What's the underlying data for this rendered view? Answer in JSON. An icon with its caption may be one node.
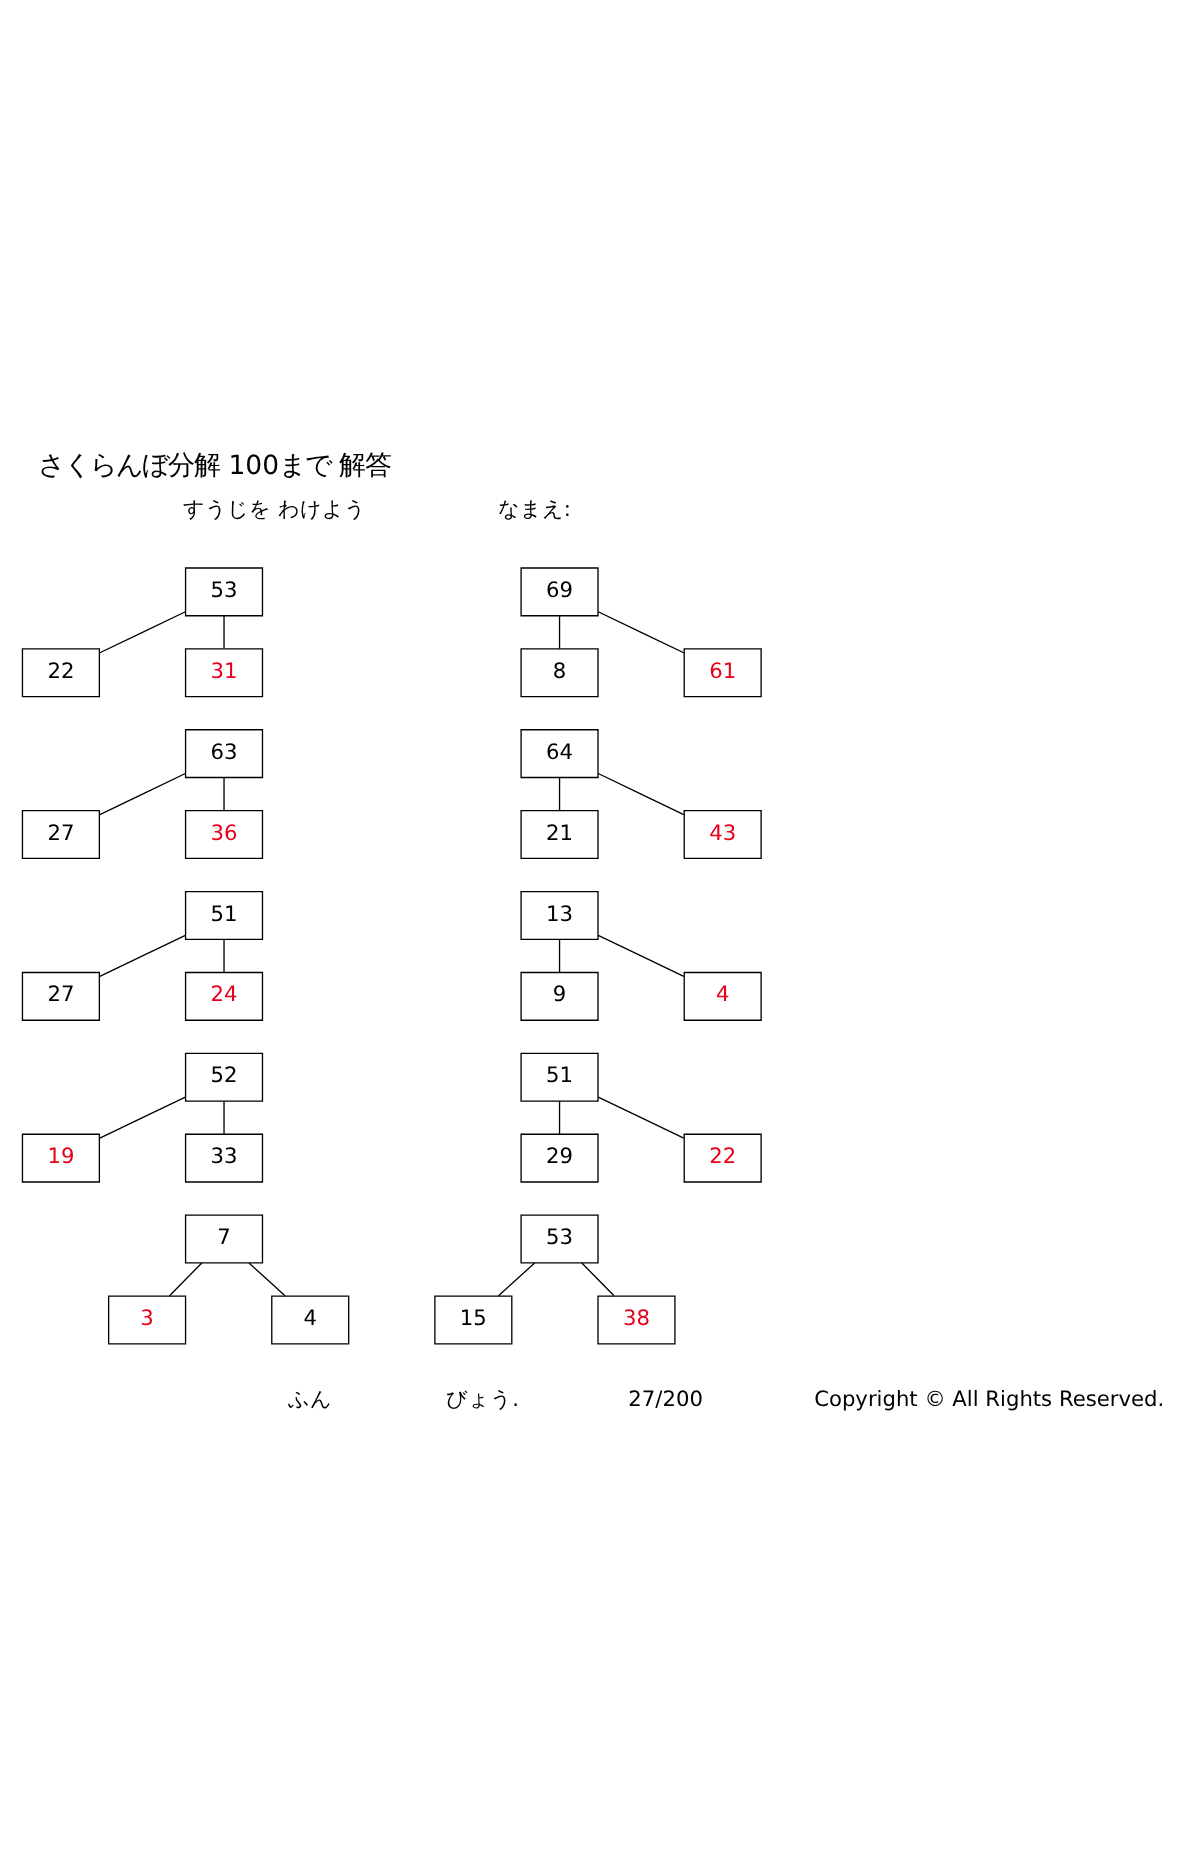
{
  "diagram": {
    "title": "さくらんぼ分解 100まで 解答",
    "nodes": [
      {
        "text": [
          "53"
        ]
      },
      {
        "text": [
          "31"
        ]
      },
      {
        "text": [
          "22"
        ]
      },
      {
        "text": [
          "69"
        ]
      },
      {
        "text": [
          "61"
        ]
      },
      {
        "text": [
          "8"
        ]
      },
      {
        "text": [
          "63"
        ]
      },
      {
        "text": [
          "36"
        ]
      },
      {
        "text": [
          "27"
        ]
      },
      {
        "text": [
          "64"
        ]
      },
      {
        "text": [
          "43"
        ]
      },
      {
        "text": [
          "21"
        ]
      },
      {
        "text": [
          "51"
        ]
      },
      {
        "text": [
          "24"
        ]
      },
      {
        "text": [
          "27"
        ]
      },
      {
        "text": [
          "13"
        ]
      },
      {
        "text": [
          "4"
        ]
      },
      {
        "text": [
          "9"
        ]
      },
      {
        "text": [
          "52"
        ]
      },
      {
        "text": [
          "33"
        ]
      },
      {
        "text": [
          "19"
        ]
      },
      {
        "text": [
          "51"
        ]
      },
      {
        "text": [
          "22"
        ]
      },
      {
        "text": [
          "29"
        ]
      },
      {
        "text": [
          "7"
        ]
      },
      {
        "text": [
          "4"
        ]
      },
      {
        "text": [
          "3"
        ]
      },
      {
        "text": [
          "53"
        ]
      },
      {
        "text": [
          "38"
        ]
      },
      {
        "text": [
          "15"
        ]
      }
    ],
    "edges": [
      {
        "from": 0,
        "to": 1,
        "arrow": "none"
      },
      {
        "from": 0,
        "to": 2,
        "arrow": "none"
      },
      {
        "from": 3,
        "to": 4,
        "arrow": "none"
      },
      {
        "from": 3,
        "to": 5,
        "arrow": "none"
      },
      {
        "from": 6,
        "to": 7,
        "arrow": "none"
      },
      {
        "from": 6,
        "to": 8,
        "arrow": "none"
      },
      {
        "from": 9,
        "to": 10,
        "arrow": "none"
      },
      {
        "from": 9,
        "to": 11,
        "arrow": "none"
      },
      {
        "from": 12,
        "to": 13,
        "arrow": "none"
      },
      {
        "from": 12,
        "to": 14,
        "arrow": "none"
      },
      {
        "from": 15,
        "to": 16,
        "arrow": "none"
      },
      {
        "from": 15,
        "to": 17,
        "arrow": "none"
      },
      {
        "from": 18,
        "to": 19,
        "arrow": "none"
      },
      {
        "from": 18,
        "to": 20,
        "arrow": "none"
      },
      {
        "from": 21,
        "to": 22,
        "arrow": "none"
      },
      {
        "from": 21,
        "to": 23,
        "arrow": "none"
      },
      {
        "from": 24,
        "to": 25,
        "arrow": "none"
      },
      {
        "from": 24,
        "to": 26,
        "arrow": "none"
      },
      {
        "from": 27,
        "to": 28,
        "arrow": "none"
      },
      {
        "from": 27,
        "to": 29,
        "arrow": "none"
      }
    ],
    "labels": [
      "すうじを わけよう",
      "なまえ:",
      "ふん",
      "びょう.",
      "27/200",
      "Copyright © All Rights Reserved."
    ]
  }
}
